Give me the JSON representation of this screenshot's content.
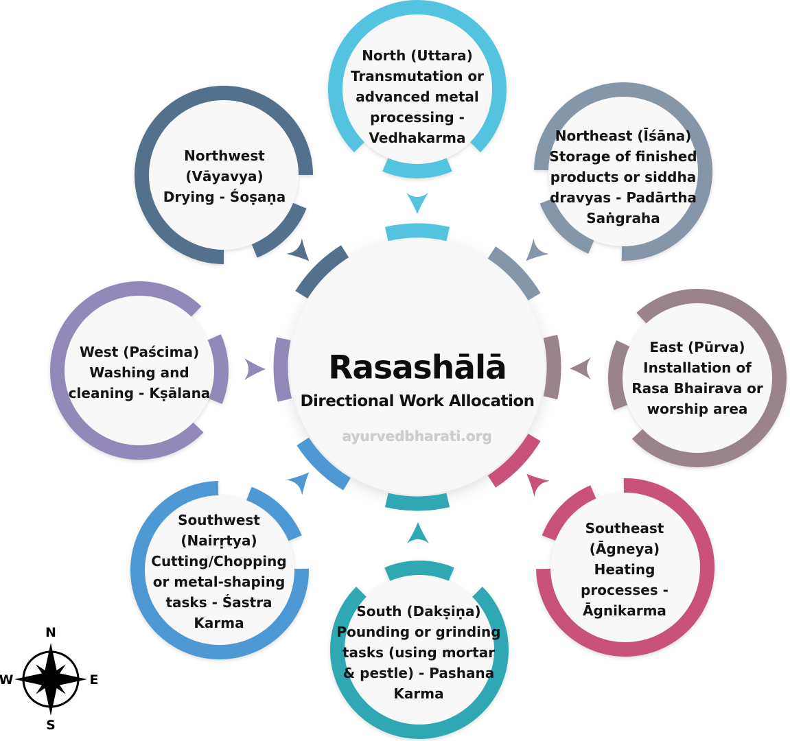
{
  "center": {
    "title": "Rasashālā",
    "subtitle": "Directional Work Allocation",
    "watermark": "ayurvedbharati.org"
  },
  "directions": [
    {
      "id": "north",
      "name": "North (Uttara)",
      "task": "Transmutation or advanced metal processing - Vedhakarma",
      "color": "#53C3DF"
    },
    {
      "id": "northeast",
      "name": "Northeast (Īśāna)",
      "task": "Storage of finished products or siddha dravyas - Padārtha Saṅgraha",
      "color": "#8496A7"
    },
    {
      "id": "east",
      "name": "East (Pūrva)",
      "task": "Installation of Rasa Bhairava or worship area",
      "color": "#9A838A"
    },
    {
      "id": "southeast",
      "name": "Southeast (Āgneya)",
      "task": "Heating processes - Āgnikarma",
      "color": "#C9527A"
    },
    {
      "id": "south",
      "name": "South (Dakṣiṇa)",
      "task": "Pounding or grinding tasks (using mortar & pestle) - Pashana Karma",
      "color": "#2FA8B4"
    },
    {
      "id": "southwest",
      "name": "Southwest (Nairṛtya)",
      "task": "Cutting/Chopping or metal-shaping tasks - Śastra Karma",
      "color": "#4E98D3"
    },
    {
      "id": "west",
      "name": "West (Paścima)",
      "task": "Washing and cleaning - Kṣālana",
      "color": "#9289B8"
    },
    {
      "id": "northwest",
      "name": "Northwest (Vāyavya)",
      "task": "Drying - Śoṣaṇa",
      "color": "#53708C"
    }
  ],
  "compass": {
    "north": "N",
    "east": "E",
    "south": "S",
    "west": "W"
  }
}
